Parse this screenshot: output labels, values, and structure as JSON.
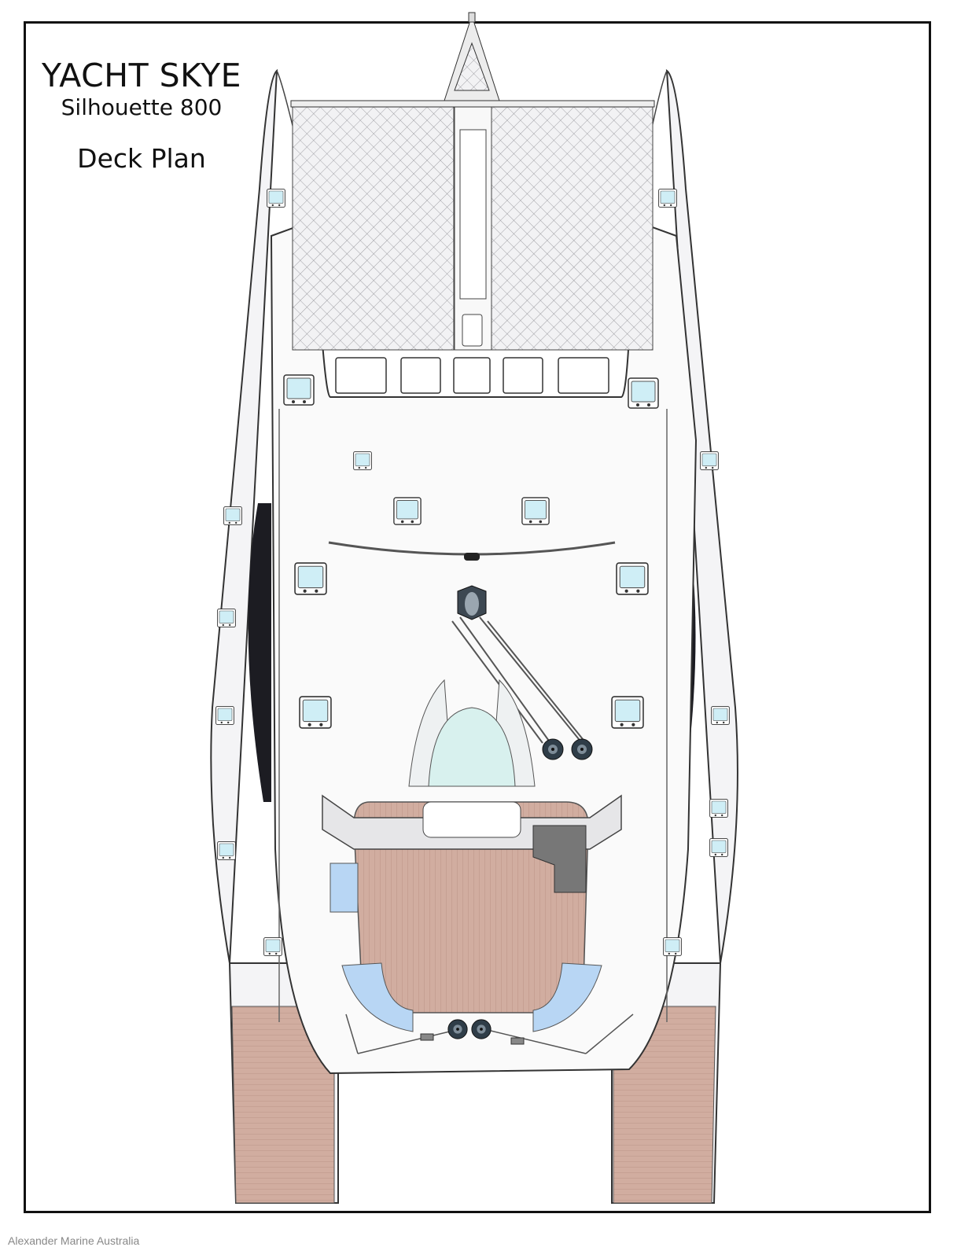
{
  "header": {
    "title": "YACHT SKYE",
    "model": "Silhouette 800",
    "subtitle": "Deck Plan"
  },
  "footer": {
    "credit": "Alexander Marine Australia"
  },
  "colors": {
    "frame": "#111111",
    "hull": "#f4f4f6",
    "hatch_glass": "#cfeef6",
    "teak": "#cfa99b",
    "cushion": "#b8d6f4",
    "dark_panel": "#777777",
    "windshield": "#d8f1ee"
  }
}
